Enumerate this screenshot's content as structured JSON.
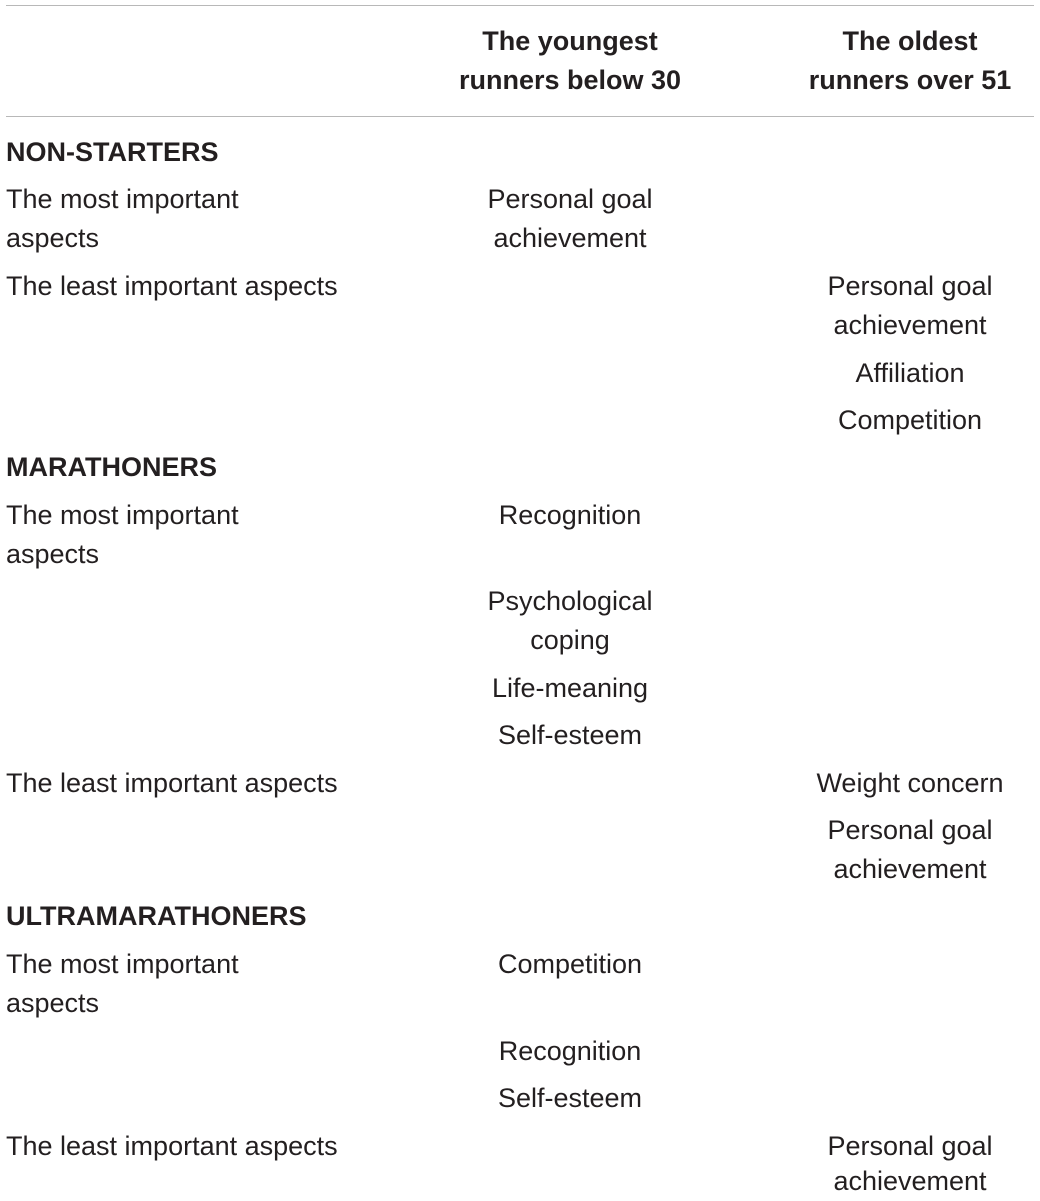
{
  "header": {
    "col_empty": "",
    "col1_line1": "The youngest",
    "col1_line2": "runners below 30",
    "col2_line1": "The oldest",
    "col2_line2": "runners over 51"
  },
  "sections": [
    {
      "title": "NON-STARTERS",
      "most": {
        "label_line1": "The most important",
        "label_line2": "aspects",
        "young": [
          "Personal goal",
          "achievement"
        ],
        "old": []
      },
      "least": {
        "label": "The least important aspects",
        "young": [],
        "old": [
          "Personal goal",
          "achievement",
          "Affiliation",
          "Competition"
        ]
      }
    },
    {
      "title": "MARATHONERS",
      "most": {
        "label_line1": "The most important",
        "label_line2": "aspects",
        "young": [
          "Recognition",
          "Psychological",
          "coping",
          "Life-meaning",
          "Self-esteem"
        ],
        "old": []
      },
      "least": {
        "label": "The least important aspects",
        "young": [],
        "old": [
          "Weight concern",
          "Personal goal",
          "achievement"
        ]
      }
    },
    {
      "title": "ULTRAMARATHONERS",
      "most": {
        "label_line1": "The most important",
        "label_line2": "aspects",
        "young": [
          "Competition",
          "Recognition",
          "Self-esteem"
        ],
        "old": []
      },
      "least": {
        "label": "The least important aspects",
        "young": [],
        "old": [
          "Personal goal",
          "achievement"
        ]
      }
    }
  ]
}
